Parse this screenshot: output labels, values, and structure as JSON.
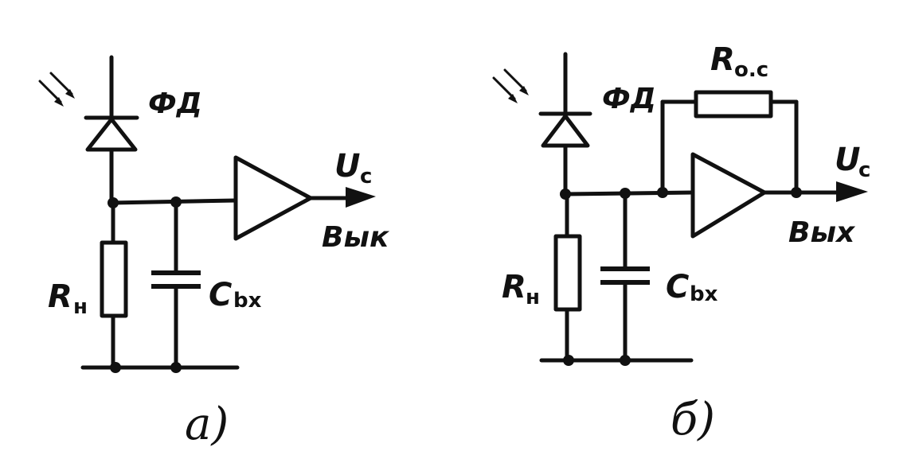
{
  "circuit_a": {
    "photodiode_label": "ФД",
    "load_resistor_main": "R",
    "load_resistor_sub": "н",
    "capacitor_main": "C",
    "capacitor_sub": "bx",
    "signal_main": "U",
    "signal_sub": "c",
    "output_label": "Вык",
    "caption": "а)"
  },
  "circuit_b": {
    "photodiode_label": "ФД",
    "feedback_resistor_main": "R",
    "feedback_resistor_sub": "o.c",
    "load_resistor_main": "R",
    "load_resistor_sub": "н",
    "capacitor_main": "C",
    "capacitor_sub": "bx",
    "signal_main": "U",
    "signal_sub": "c",
    "output_label": "Вых",
    "caption": "б)"
  }
}
